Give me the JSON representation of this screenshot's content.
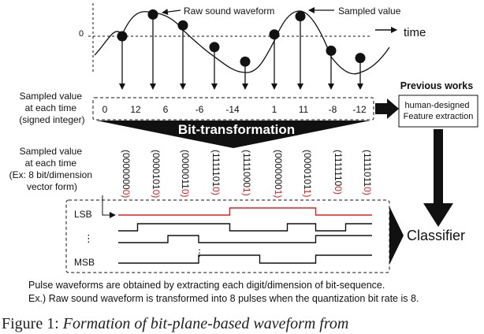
{
  "waveform": {
    "raw_label": "Raw sound waveform",
    "sampled_label": "Sampled value",
    "zero_label": "0",
    "time_label": "time"
  },
  "samples": {
    "label_lines": [
      "Sampled value",
      "at each time",
      "(signed integer)"
    ],
    "values": [
      0,
      12,
      6,
      -6,
      -14,
      1,
      11,
      -8,
      -12
    ]
  },
  "transform": {
    "label": "Bit-transformation"
  },
  "bits": {
    "label_lines": [
      "Sampled value",
      "at each time",
      "(Ex: 8 bit/dimension",
      "vector form)"
    ],
    "codes": [
      "00000000",
      "00001010",
      "00000110",
      "11111010",
      "11110001",
      "00000001",
      "00001011",
      "11111100",
      "11110110"
    ]
  },
  "pulses": {
    "lsb_label": "LSB",
    "msb_label": "MSB",
    "ellipsis": "⋮"
  },
  "previous": {
    "title": "Previous works",
    "box_line1": "human-designed",
    "box_line2": "Feature extraction"
  },
  "classifier": {
    "label": "Classifier"
  },
  "colors": {
    "accent": "#e02020",
    "ink": "#111111"
  },
  "description": {
    "line1": "Pulse waveforms are obtained by extracting each digit/dimension of bit-sequence.",
    "line2": "Ex.) Raw sound waveform is transformed into 8 pulses when the quantization bit rate is 8."
  },
  "figure_caption": {
    "prefix": "Figure 1:",
    "text": "Formation of bit-plane-based waveform from"
  }
}
